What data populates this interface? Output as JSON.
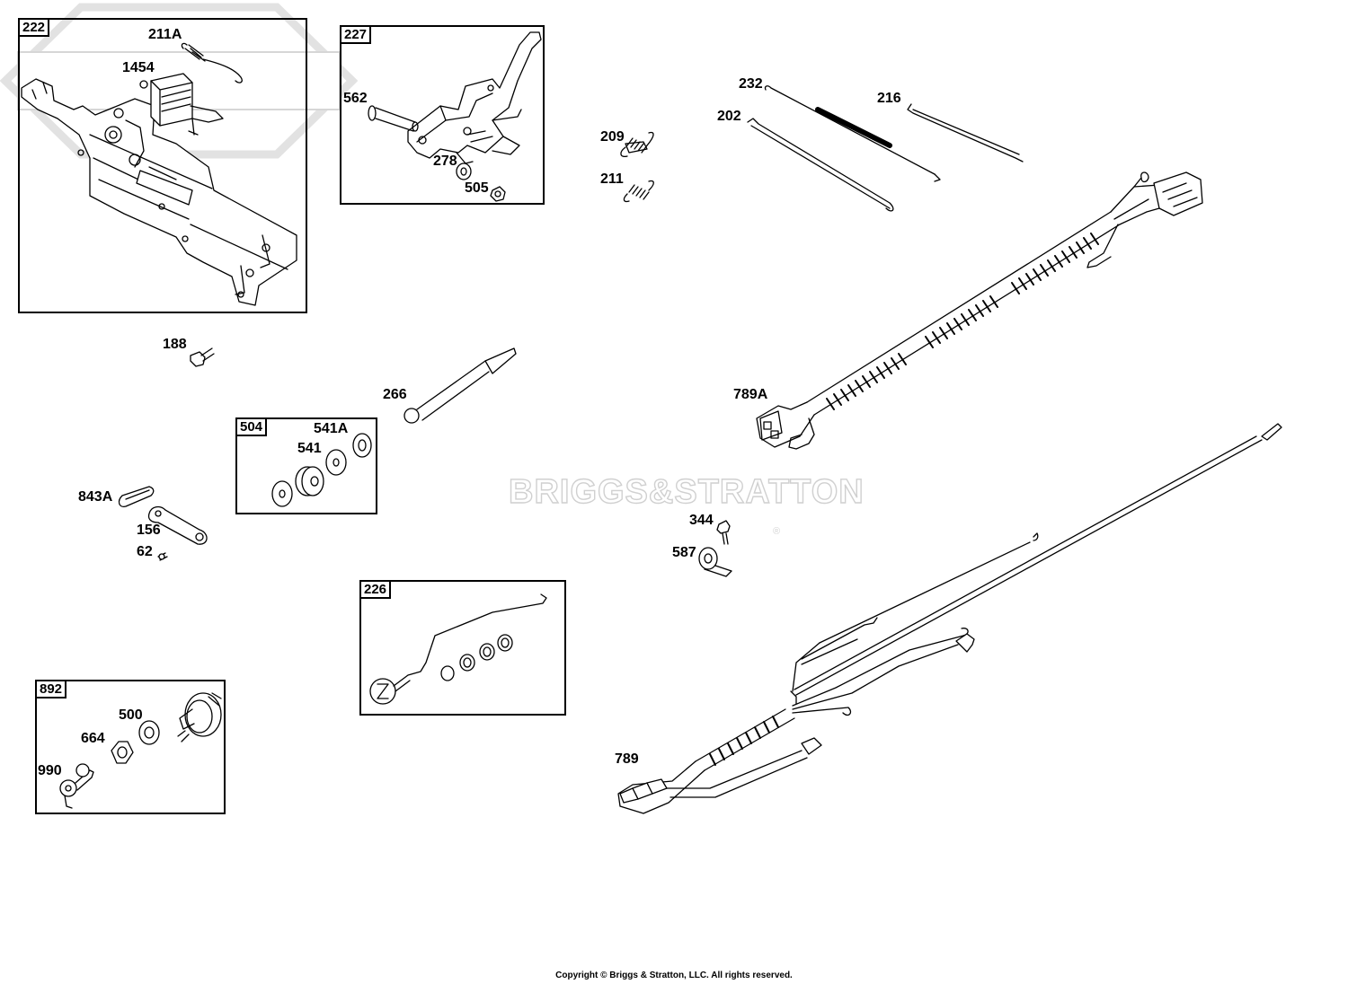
{
  "boxes": {
    "b222": "222",
    "b227": "227",
    "b504": "504",
    "b226": "226",
    "b892": "892"
  },
  "labels": {
    "l211A": "211A",
    "l1454": "1454",
    "l562": "562",
    "l278": "278",
    "l505": "505",
    "l209": "209",
    "l211": "211",
    "l232": "232",
    "l202": "202",
    "l216": "216",
    "l188": "188",
    "l266": "266",
    "l541A": "541A",
    "l541": "541",
    "l843A": "843A",
    "l156": "156",
    "l62": "62",
    "l789A": "789A",
    "l344": "344",
    "l587": "587",
    "l500": "500",
    "l664": "664",
    "l990": "990",
    "l789": "789"
  },
  "watermark": {
    "brand": "BRIGGS&STRATTON",
    "reg": "®"
  },
  "footer": {
    "copyright": "Copyright © Briggs & Stratton, LLC. All rights reserved."
  }
}
